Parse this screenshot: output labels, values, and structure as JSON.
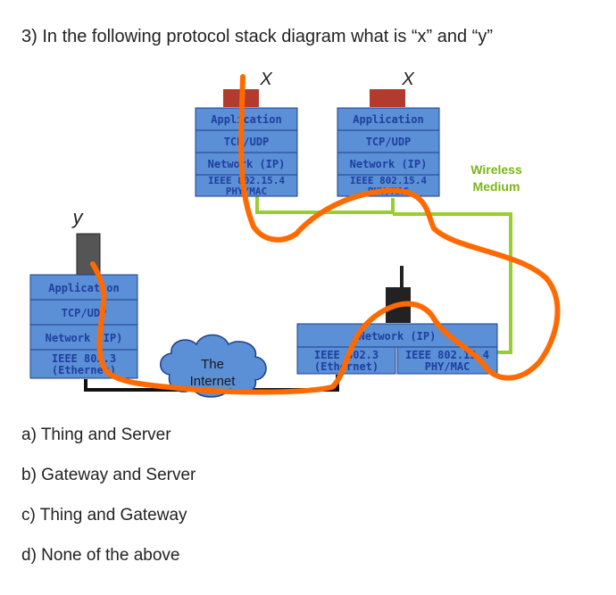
{
  "question": "3) In the following protocol stack diagram what is “x” and “y”",
  "labels": {
    "x1": "X",
    "x2": "X",
    "y": "y"
  },
  "stack_left": {
    "layers": [
      "Application",
      "TCP/UDP",
      "Network (IP)",
      "IEEE 802.15.4",
      "PHY/MAC"
    ]
  },
  "stack_right": {
    "layers": [
      "Application",
      "TCP/UDP",
      "Network (IP)",
      "IEEE 802.15.4",
      "PHY/MAC"
    ]
  },
  "stack_server": {
    "layers": [
      "Application",
      "TCP/UDP",
      "Network (IP)",
      "IEEE 802.3",
      "(Ethernet)"
    ]
  },
  "gateway": {
    "network": "Network (IP)",
    "eth_line1": "IEEE 802.3",
    "eth_line2": "(Ethernet)",
    "wl_line1": "IEEE 802.15.4",
    "wl_line2": "PHY/MAC"
  },
  "cloud": {
    "line1": "The",
    "line2": "Internet"
  },
  "wireless": {
    "line1": "Wireless",
    "line2": "Medium"
  },
  "options": [
    "a) Thing and Server",
    "b) Gateway and Server",
    "c) Thing and Gateway",
    "d) None of the above"
  ],
  "colors": {
    "box_fill": "#5b8fd6",
    "box_stroke": "#1f3f8a",
    "text": "#1f3fa0",
    "wire_green": "#9acd32",
    "wire_black": "#111111",
    "scribble": "#ff6a00",
    "wireless_label": "#7cb518"
  }
}
